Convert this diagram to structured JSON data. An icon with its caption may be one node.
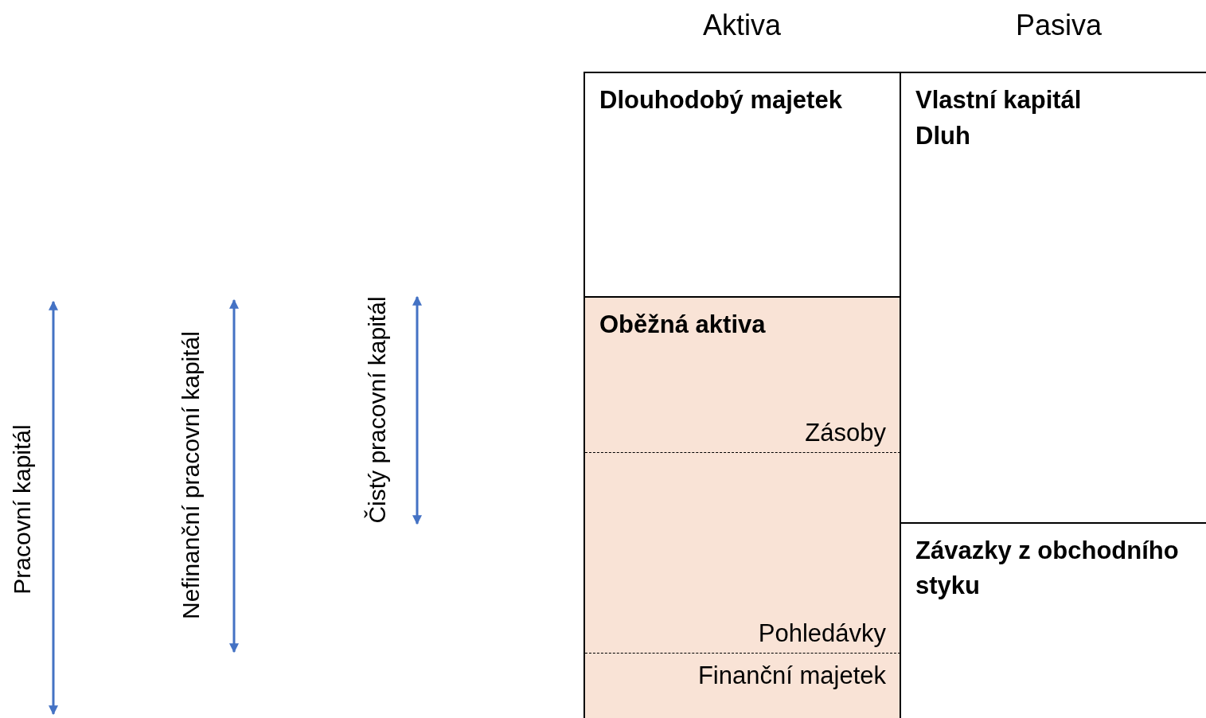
{
  "diagram": {
    "nodes": [
      {
        "text": [
          "Dlouhodobý majetek"
        ]
      },
      {
        "text": [
          "Oběžná aktiva"
        ]
      },
      {
        "text": [
          "Zásoby"
        ],
        "in": 1
      },
      {
        "text": [
          "Pohledávky"
        ],
        "in": 1
      },
      {
        "text": [
          "Finanční majetek"
        ],
        "in": 1
      },
      {
        "text": [
          "Vlastní kapitál",
          "Dluh"
        ]
      },
      {
        "text": [
          "Závazky z obchodního styku"
        ]
      }
    ],
    "edges": [],
    "labels": [
      "Aktiva",
      "Pasiva",
      "Pracovní kapitál",
      "Nefinanční pracovní kapitál",
      "Čistý pracovní kapitál"
    ]
  }
}
